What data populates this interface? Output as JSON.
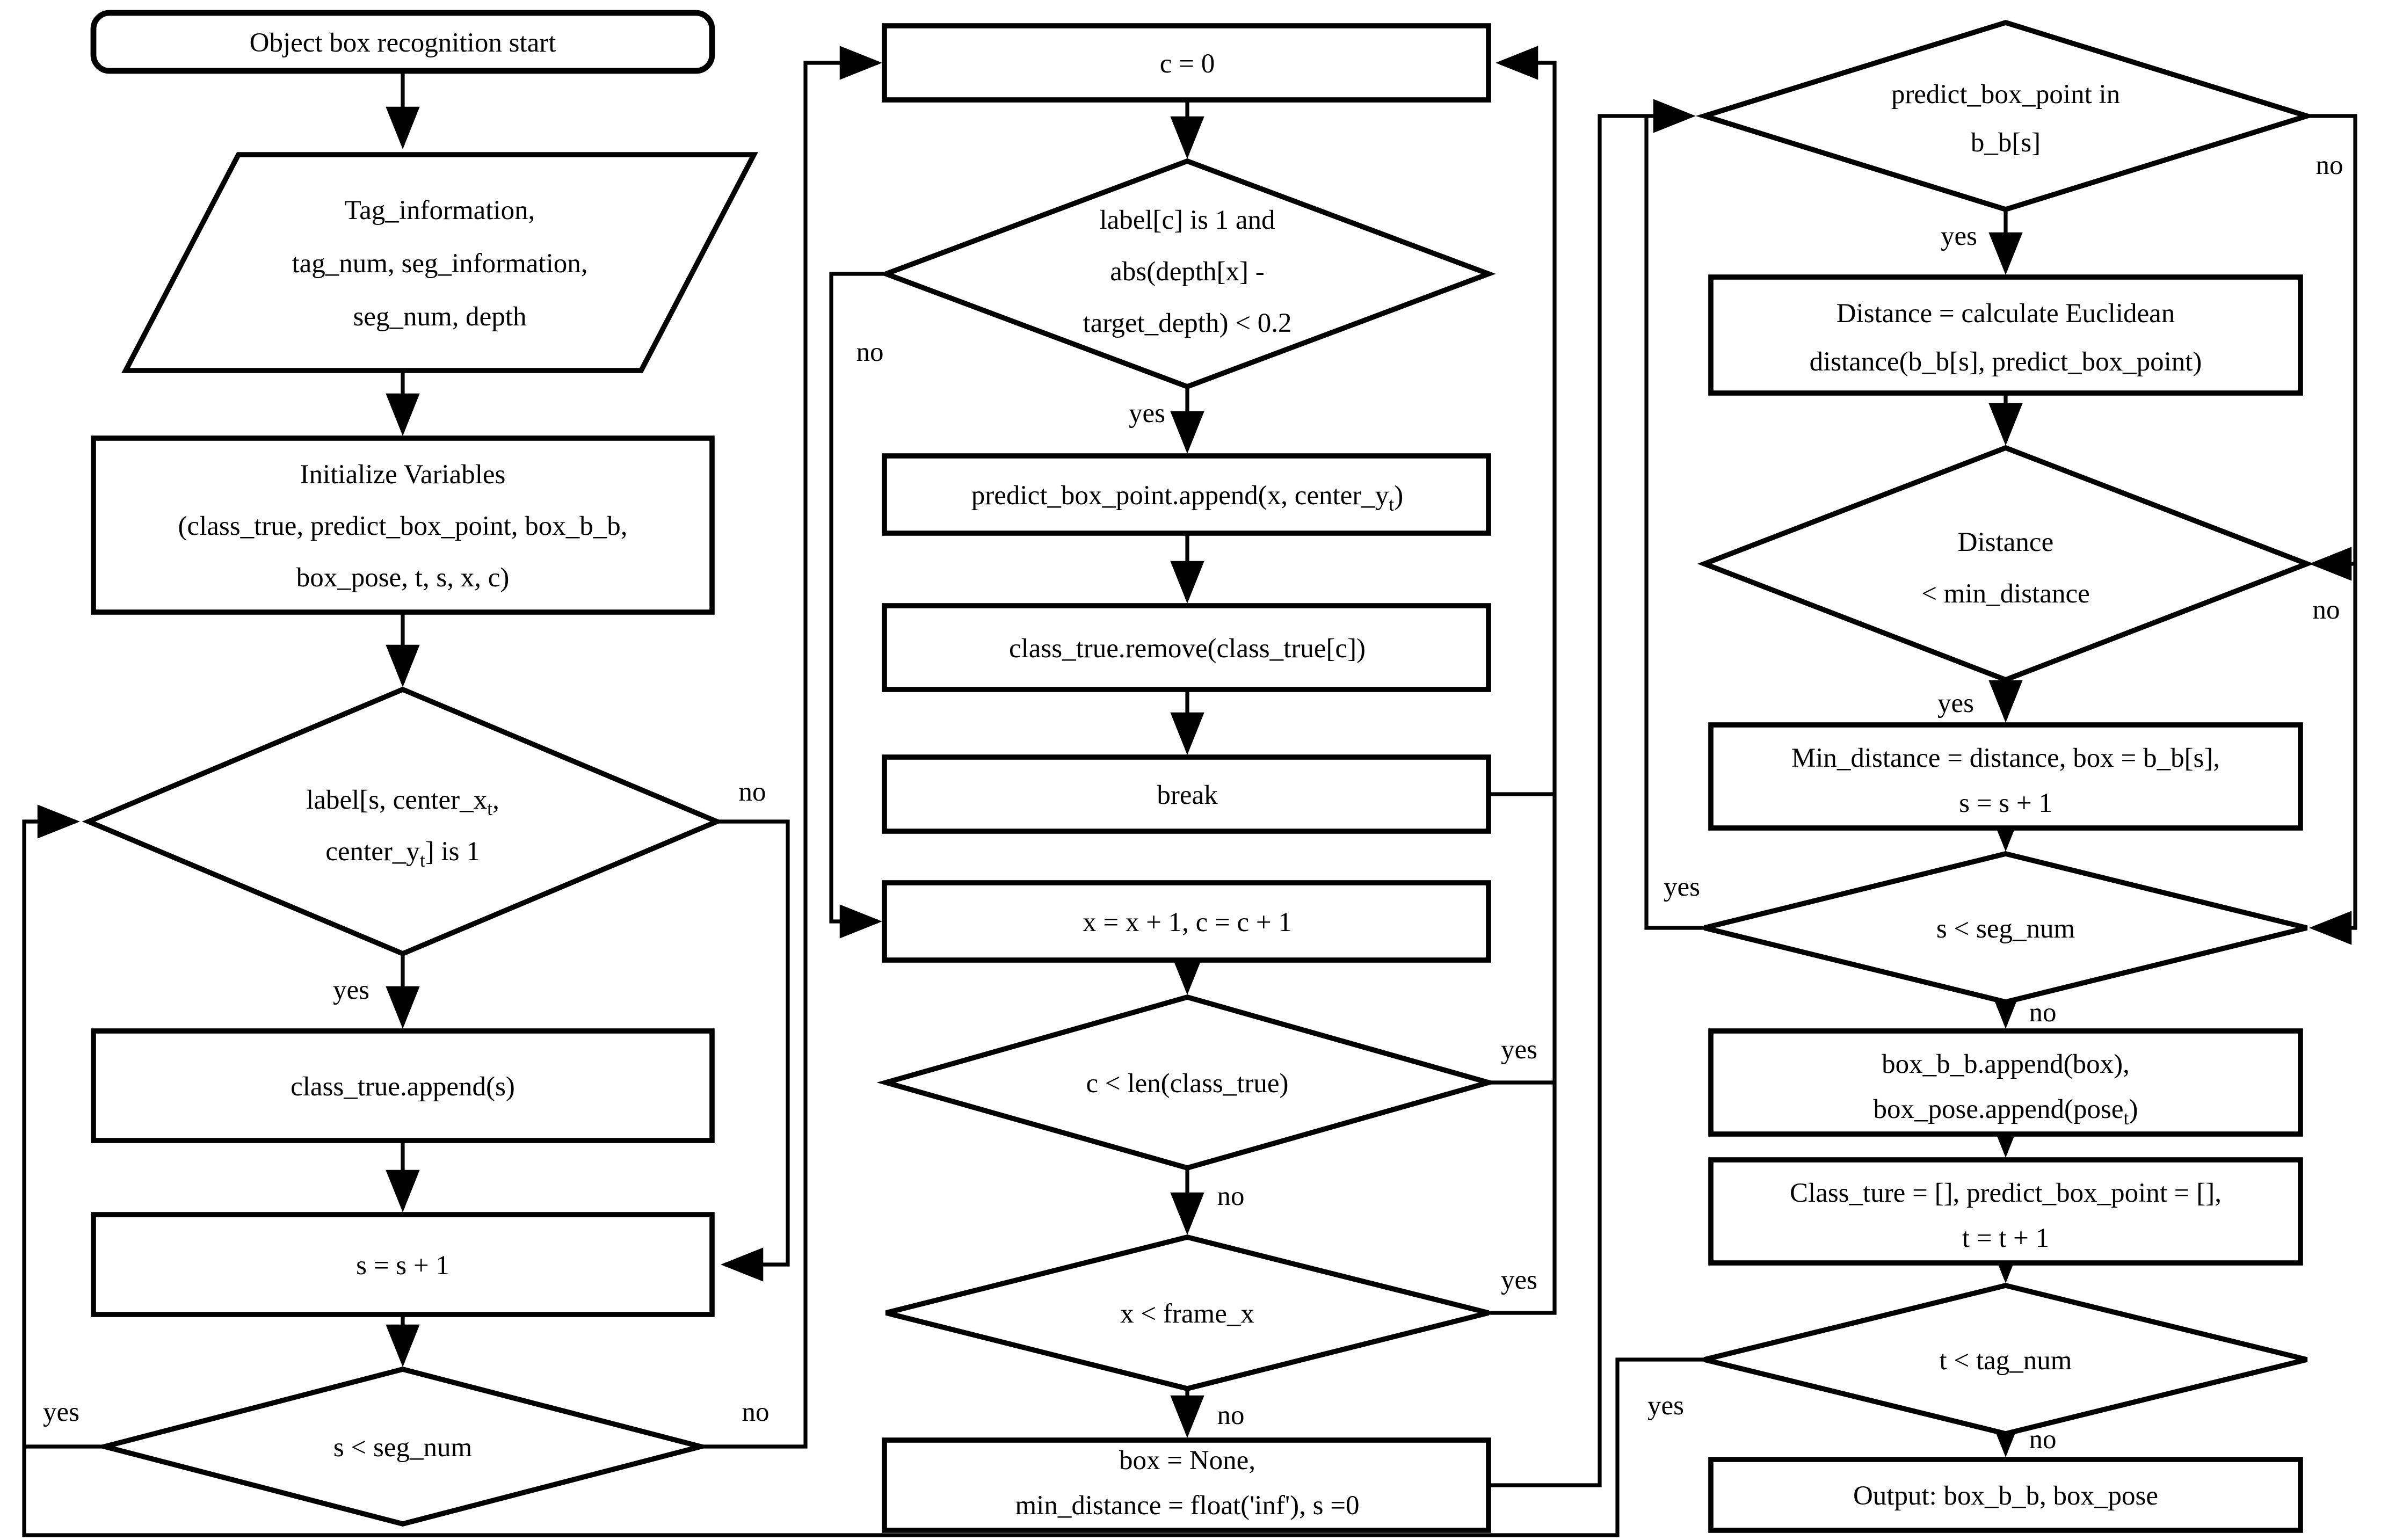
{
  "figure": {
    "background": "#ffffff",
    "line_color": "#000000",
    "text_color": "#000000"
  },
  "nodes": {
    "start": {
      "label": "Object box recognition start"
    },
    "input": {
      "lines": [
        "Tag_information,",
        "tag_num, seg_information,",
        "seg_num, depth"
      ]
    },
    "init": {
      "lines": [
        "Initialize Variables",
        "(class_true, predict_box_point, box_b_b,",
        "box_pose, t, s, x, c)"
      ]
    },
    "d_label_s": {
      "lines": [
        "label[s, center_x~t~,",
        "center_y~t~] is 1"
      ]
    },
    "append_s": {
      "label": "class_true.append(s)"
    },
    "inc_s": {
      "label": "s = s + 1"
    },
    "d_s_seg1": {
      "label": "s < seg_num"
    },
    "c_zero": {
      "label": "c = 0"
    },
    "d_label_c": {
      "lines": [
        "label[c] is 1 and",
        "abs(depth[x] -",
        "target_depth) < 0.2"
      ]
    },
    "append_pred": {
      "label": "predict_box_point.append(x, center_y~t~)"
    },
    "remove_c": {
      "label": "class_true.remove(class_true[c])"
    },
    "brk": {
      "label": "break"
    },
    "inc_xc": {
      "label": "x = x + 1, c = c + 1"
    },
    "d_c_len": {
      "label": "c < len(class_true)"
    },
    "d_x_frame": {
      "label": "x < frame_x"
    },
    "box_none": {
      "lines": [
        "box = None,",
        "min_distance = float('inf'), s =0"
      ]
    },
    "d_pred_in": {
      "lines": [
        "predict_box_point in",
        "b_b[s]"
      ]
    },
    "calc_dist": {
      "lines": [
        "Distance = calculate Euclidean",
        "distance(b_b[s], predict_box_point)"
      ]
    },
    "d_dist": {
      "lines": [
        "Distance",
        "< min_distance"
      ]
    },
    "min_dist": {
      "lines": [
        "Min_distance = distance, box = b_b[s],",
        "s = s + 1"
      ]
    },
    "d_s_seg2": {
      "label": "s < seg_num"
    },
    "append_box": {
      "lines": [
        "box_b_b.append(box),",
        "box_pose.append(pose~t~)"
      ]
    },
    "reset_t": {
      "lines": [
        "Class_ture = [], predict_box_point = [],",
        "t = t + 1"
      ]
    },
    "d_t_tag": {
      "label": "t < tag_num"
    },
    "output": {
      "label": "Output: box_b_b, box_pose"
    }
  },
  "edge_labels": {
    "yes": "yes",
    "no": "no"
  }
}
